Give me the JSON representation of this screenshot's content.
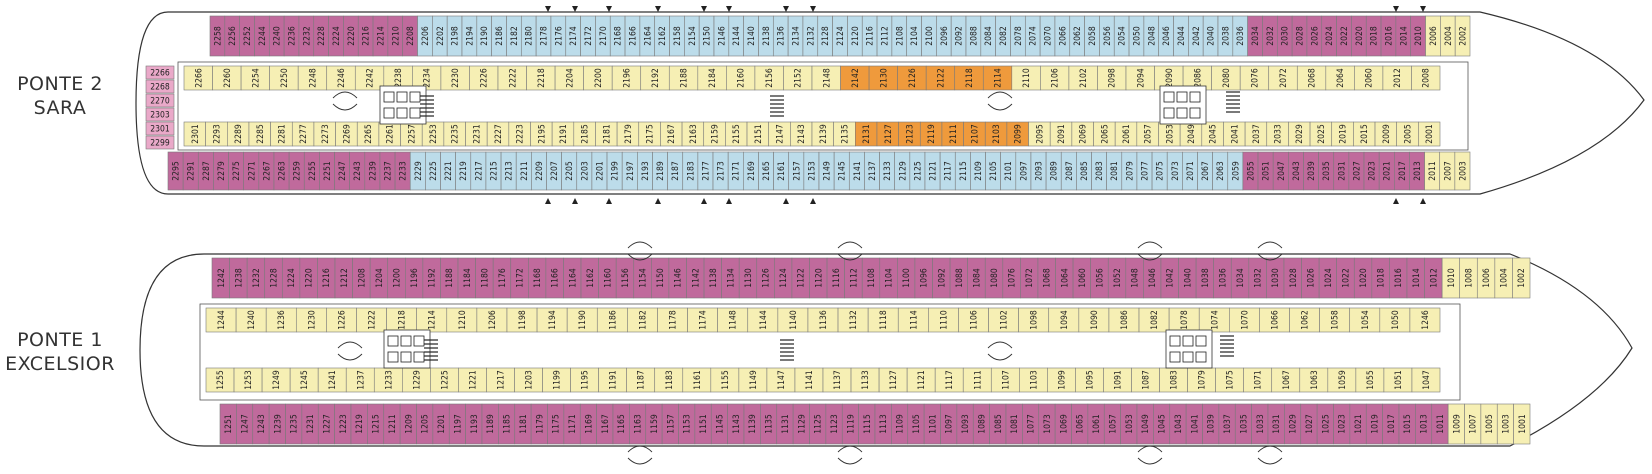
{
  "decks": [
    {
      "label_line1": "PONTE 2",
      "label_line2": "SARA",
      "top_row_labels": [
        "2258",
        "2256",
        "2252",
        "2244",
        "2240",
        "2236",
        "2232",
        "2228",
        "2224",
        "2220",
        "2216",
        "2214",
        "2210",
        "2208",
        "2206",
        "2202",
        "2198",
        "2194",
        "2190",
        "2186",
        "2182",
        "2180",
        "2178",
        "2176",
        "2174",
        "2172",
        "2170",
        "2168",
        "2166",
        "2164",
        "2162",
        "2158",
        "2154",
        "2150",
        "2146",
        "2144",
        "2140",
        "2138",
        "2136",
        "2134",
        "2132",
        "2128",
        "2124",
        "2120",
        "2116",
        "2112",
        "2108",
        "2104",
        "2100",
        "2096",
        "2092",
        "2088",
        "2084",
        "2082",
        "2078",
        "2074",
        "2070",
        "2066",
        "2062",
        "2058",
        "2056",
        "2054",
        "2050",
        "2048",
        "2046",
        "2044",
        "2042",
        "2040",
        "2038",
        "2036",
        "2034",
        "2032",
        "2030",
        "2028",
        "2026",
        "2024",
        "2022",
        "2020",
        "2018",
        "2016",
        "2014",
        "2010",
        "2006",
        "2004",
        "2002"
      ],
      "upper_inner_labels": [
        "2266",
        "2260",
        "2254",
        "2250",
        "2248",
        "2246",
        "2242",
        "2238",
        "2234",
        "2230",
        "2226",
        "2222",
        "2218",
        "2204",
        "2200",
        "2196",
        "2192",
        "2188",
        "2184",
        "2160",
        "2156",
        "2152",
        "2148",
        "2142",
        "2130",
        "2126",
        "2122",
        "2118",
        "2114",
        "2110",
        "2106",
        "2102",
        "2098",
        "2094",
        "2090",
        "2086",
        "2080",
        "2076",
        "2072",
        "2068",
        "2064",
        "2060",
        "2012",
        "2008"
      ],
      "lower_inner_labels": [
        "2301",
        "2293",
        "2289",
        "2285",
        "2281",
        "2277",
        "2273",
        "2269",
        "2265",
        "2261",
        "2257",
        "2253",
        "2235",
        "2231",
        "2227",
        "2223",
        "2195",
        "2191",
        "2185",
        "2181",
        "2179",
        "2175",
        "2167",
        "2163",
        "2159",
        "2155",
        "2151",
        "2147",
        "2143",
        "2139",
        "2135",
        "2131",
        "2127",
        "2123",
        "2119",
        "2111",
        "2107",
        "2103",
        "2099",
        "2095",
        "2091",
        "2069",
        "2065",
        "2061",
        "2057",
        "2053",
        "2049",
        "2045",
        "2041",
        "2037",
        "2033",
        "2029",
        "2025",
        "2019",
        "2015",
        "2009",
        "2005",
        "2001"
      ],
      "bottom_row_labels": [
        "2295",
        "2291",
        "2287",
        "2279",
        "2275",
        "2271",
        "2267",
        "2263",
        "2259",
        "2255",
        "2251",
        "2247",
        "2243",
        "2239",
        "2237",
        "2233",
        "2229",
        "2225",
        "2221",
        "2219",
        "2217",
        "2215",
        "2213",
        "2211",
        "2209",
        "2207",
        "2205",
        "2203",
        "2201",
        "2199",
        "2197",
        "2193",
        "2189",
        "2187",
        "2183",
        "2177",
        "2173",
        "2171",
        "2169",
        "2165",
        "2161",
        "2157",
        "2153",
        "2149",
        "2145",
        "2141",
        "2137",
        "2133",
        "2129",
        "2125",
        "2121",
        "2117",
        "2115",
        "2109",
        "2105",
        "2101",
        "2097",
        "2093",
        "2089",
        "2087",
        "2085",
        "2083",
        "2081",
        "2079",
        "2077",
        "2075",
        "2073",
        "2071",
        "2067",
        "2063",
        "2059",
        "2055",
        "2051",
        "2047",
        "2043",
        "2039",
        "2035",
        "2031",
        "2027",
        "2023",
        "2021",
        "2017",
        "2013",
        "2011",
        "2007",
        "2003"
      ],
      "stern_labels": [
        "2266",
        "2268",
        "2270",
        "2303",
        "2301",
        "2299"
      ]
    },
    {
      "label_line1": "PONTE 1",
      "label_line2": "EXCELSIOR",
      "top_row_labels": [
        "1242",
        "1238",
        "1232",
        "1228",
        "1224",
        "1220",
        "1216",
        "1212",
        "1208",
        "1204",
        "1200",
        "1196",
        "1192",
        "1188",
        "1184",
        "1180",
        "1176",
        "1172",
        "1168",
        "1166",
        "1164",
        "1162",
        "1160",
        "1156",
        "1154",
        "1150",
        "1146",
        "1142",
        "1138",
        "1134",
        "1130",
        "1126",
        "1124",
        "1122",
        "1120",
        "1116",
        "1112",
        "1108",
        "1104",
        "1100",
        "1096",
        "1092",
        "1088",
        "1084",
        "1080",
        "1076",
        "1072",
        "1068",
        "1064",
        "1060",
        "1056",
        "1052",
        "1048",
        "1046",
        "1042",
        "1040",
        "1038",
        "1036",
        "1034",
        "1032",
        "1030",
        "1028",
        "1026",
        "1024",
        "1022",
        "1020",
        "1018",
        "1016",
        "1014",
        "1012",
        "1010",
        "1008",
        "1006",
        "1004",
        "1002"
      ],
      "upper_inner_labels": [
        "1244",
        "1240",
        "1236",
        "1230",
        "1226",
        "1222",
        "1218",
        "1214",
        "1210",
        "1206",
        "1198",
        "1194",
        "1190",
        "1186",
        "1182",
        "1178",
        "1174",
        "1148",
        "1144",
        "1140",
        "1136",
        "1132",
        "1118",
        "1114",
        "1110",
        "1106",
        "1102",
        "1098",
        "1094",
        "1090",
        "1086",
        "1082",
        "1078",
        "1074",
        "1070",
        "1066",
        "1062",
        "1058",
        "1054",
        "1050",
        "1246"
      ],
      "lower_inner_labels": [
        "1255",
        "1253",
        "1249",
        "1245",
        "1241",
        "1237",
        "1233",
        "1229",
        "1225",
        "1221",
        "1217",
        "1203",
        "1199",
        "1195",
        "1191",
        "1187",
        "1183",
        "1161",
        "1155",
        "1149",
        "1147",
        "1141",
        "1137",
        "1133",
        "1127",
        "1121",
        "1117",
        "1111",
        "1107",
        "1103",
        "1099",
        "1095",
        "1091",
        "1087",
        "1083",
        "1079",
        "1075",
        "1071",
        "1067",
        "1063",
        "1059",
        "1055",
        "1051",
        "1047"
      ],
      "bottom_row_labels": [
        "1251",
        "1247",
        "1243",
        "1239",
        "1235",
        "1231",
        "1227",
        "1223",
        "1219",
        "1215",
        "1211",
        "1209",
        "1205",
        "1201",
        "1197",
        "1193",
        "1189",
        "1185",
        "1181",
        "1179",
        "1175",
        "1171",
        "1169",
        "1167",
        "1165",
        "1163",
        "1159",
        "1157",
        "1153",
        "1151",
        "1145",
        "1143",
        "1139",
        "1135",
        "1131",
        "1129",
        "1125",
        "1123",
        "1119",
        "1115",
        "1113",
        "1109",
        "1105",
        "1101",
        "1097",
        "1093",
        "1089",
        "1085",
        "1081",
        "1077",
        "1073",
        "1069",
        "1065",
        "1061",
        "1057",
        "1053",
        "1049",
        "1045",
        "1043",
        "1041",
        "1039",
        "1037",
        "1035",
        "1033",
        "1031",
        "1029",
        "1027",
        "1025",
        "1023",
        "1021",
        "1019",
        "1017",
        "1015",
        "1013",
        "1011",
        "1009",
        "1007",
        "1005",
        "1003",
        "1001"
      ],
      "stern_labels": []
    }
  ],
  "colors": {
    "hull_line": "#333333",
    "corridor": "#ffffff",
    "cabin_magenta": "#c06a9c",
    "cabin_blue": "#bcdcea",
    "cabin_yellow": "#f6efb4",
    "cabin_orange": "#ef9a3c",
    "cabin_pink": "#eaa9c9",
    "grid_stroke": "#7a7a7a"
  }
}
